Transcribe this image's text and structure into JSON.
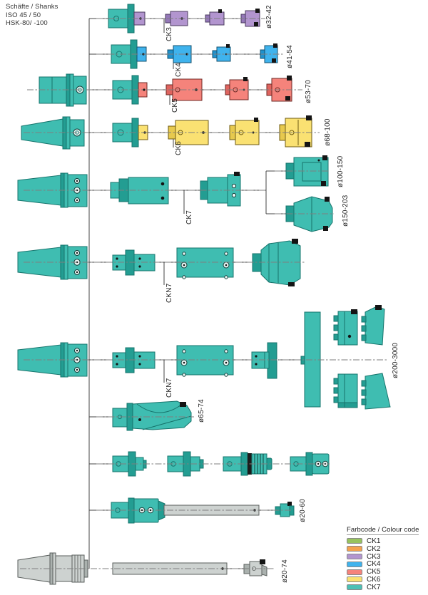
{
  "header": {
    "line1": "Schäfte / Shanks",
    "line2": "ISO 45 / 50",
    "line3": "HSK-80/ -100"
  },
  "colors": {
    "ck1": "#97c35f",
    "ck2": "#f4a24f",
    "ck3": "#b295cf",
    "ck4": "#3fb3ed",
    "ck5": "#f5837b",
    "ck6": "#fae172",
    "ck7": "#4cc0b5",
    "ck3_dark": "#9478b8",
    "ck4_dark": "#1f92cc",
    "ck5_dark": "#df645f",
    "ck6_dark": "#e7c94e",
    "teal": "#3fbdb1",
    "teal_dark": "#239d92",
    "teal_deep": "#17746c",
    "gray": "#cdd2d0",
    "gray_dark": "#aab1ae",
    "line": "#444444",
    "centerline": "#7f7f7f"
  },
  "rows": [
    {
      "code": "CK3",
      "diameter": "ø32-42"
    },
    {
      "code": "CK4",
      "diameter": "ø41-54"
    },
    {
      "code": "CK5",
      "diameter": "ø53-70"
    },
    {
      "code": "CK6",
      "diameter": "ø68-100"
    },
    {
      "code": "CK7",
      "diameter_top": "ø100-150",
      "diameter_bottom": "ø150-203"
    },
    {
      "code": "CKN7"
    },
    {
      "code": "CKN7",
      "diameter": "ø200-3000"
    },
    {
      "diameter": "ø65-74"
    },
    {
      "diameter": ""
    },
    {
      "diameter": "ø20-60"
    },
    {
      "diameter": "ø20-74"
    }
  ],
  "legend": {
    "title": "Farbcode / Colour code",
    "items": [
      {
        "label": "CK1"
      },
      {
        "label": "CK2"
      },
      {
        "label": "CK3"
      },
      {
        "label": "CK4"
      },
      {
        "label": "CK5"
      },
      {
        "label": "CK6"
      },
      {
        "label": "CK7"
      }
    ]
  }
}
